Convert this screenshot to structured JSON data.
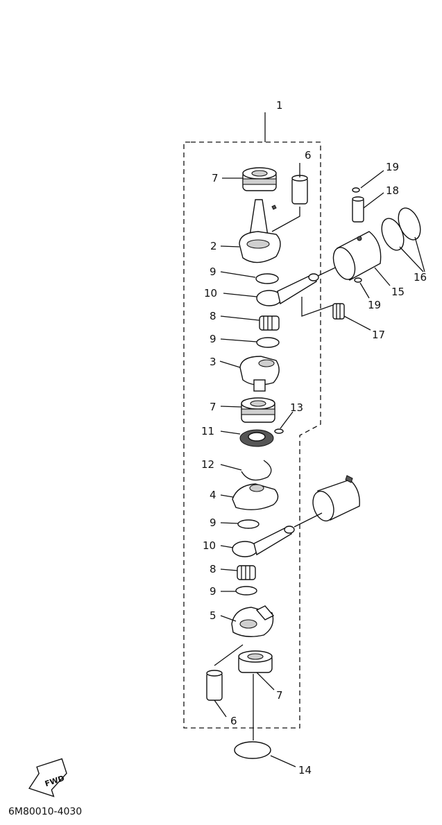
{
  "diagram": {
    "drawing_code": "6M80010-4030",
    "fwd_label": "FWD",
    "callouts": {
      "assy": "1",
      "crank1": "2",
      "crank2": "3",
      "crank3": "4",
      "crank4": "5",
      "pin_top": "6",
      "pin_bottom": "6",
      "bearing_top": "7",
      "bearing_mid": "7",
      "bearing_bottom": "7",
      "needle_upper": "8",
      "needle_lower": "8",
      "washer_a": "9",
      "washer_b": "9",
      "washer_c": "9",
      "washer_d": "9",
      "rod_upper": "10",
      "rod_lower": "10",
      "seal": "11",
      "circlip": "12",
      "key": "13",
      "oring": "14",
      "piston": "15",
      "rings": "16",
      "small_bearing": "17",
      "piston_pin": "18",
      "clip_top": "19",
      "clip_bottom": "19"
    }
  }
}
